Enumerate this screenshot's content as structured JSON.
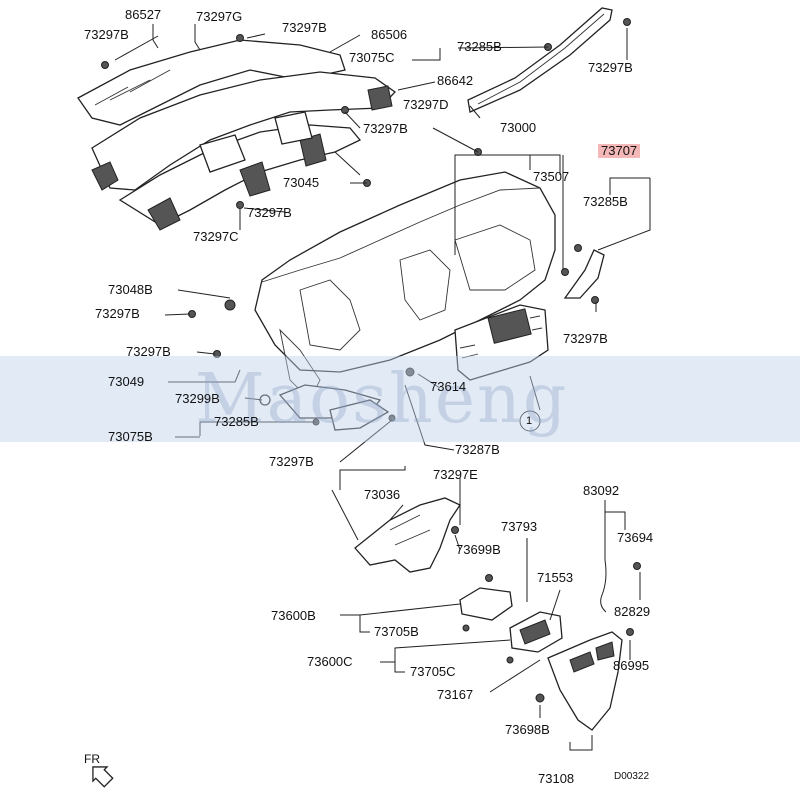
{
  "diagram": {
    "labels": {
      "p86527": "86527",
      "p73297g": "73297G",
      "p73297b_top": "73297B",
      "p86506": "86506",
      "p73297b_tl": "73297B",
      "p73075c": "73075C",
      "p73285b_top": "73285B",
      "p73297b_tr": "73297B",
      "p86642": "86642",
      "p73297d": "73297D",
      "p73297b_mid": "73297B",
      "p73000": "73000",
      "p73707": "73707",
      "p73507": "73507",
      "p73045": "73045",
      "p73285b_right": "73285B",
      "p73297b_left_duct": "73297B",
      "p73297c": "73297C",
      "p73048b": "73048B",
      "p73297b_l1": "73297B",
      "p73297b_r2": "73297B",
      "p73297b_l2": "73297B",
      "p73049": "73049",
      "p73614": "73614",
      "p73299b": "73299B",
      "p73285b_low": "73285B",
      "p73075b": "73075B",
      "p73287b": "73287B",
      "p73297b_low": "73297B",
      "p73297e": "73297E",
      "p83092": "83092",
      "p73036": "73036",
      "p73793": "73793",
      "p73694": "73694",
      "p73699b": "73699B",
      "p71553": "71553",
      "p82829": "82829",
      "p73600b": "73600B",
      "p73705b": "73705B",
      "p86995": "86995",
      "p73600c": "73600C",
      "p73705c": "73705C",
      "p73167": "73167",
      "p73698b": "73698B",
      "p73108": "73108",
      "callout_1": "1"
    },
    "fr_label": "FR",
    "drawing_code": "D00322",
    "watermark": "Maosheng",
    "highlight_color": "#f4b8b8",
    "band_color": "#bed0ec"
  }
}
